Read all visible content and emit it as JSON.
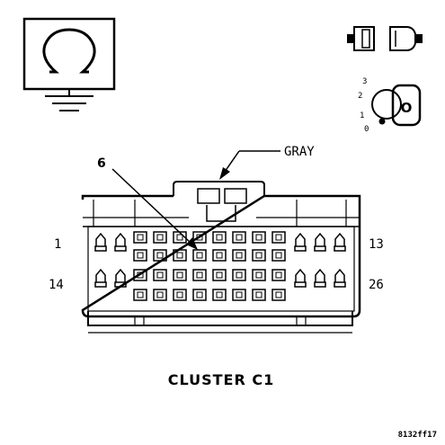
{
  "diagram": {
    "title": "CLUSTER C1",
    "color_label": "GRAY",
    "callout_pin": "6",
    "pin_labels": {
      "top_left": "1",
      "top_right": "13",
      "bottom_left": "14",
      "bottom_right": "26"
    },
    "figure_code": "8132ff17",
    "key_positions": [
      "3",
      "2",
      "1",
      "0"
    ],
    "key_face_letter": "O"
  }
}
